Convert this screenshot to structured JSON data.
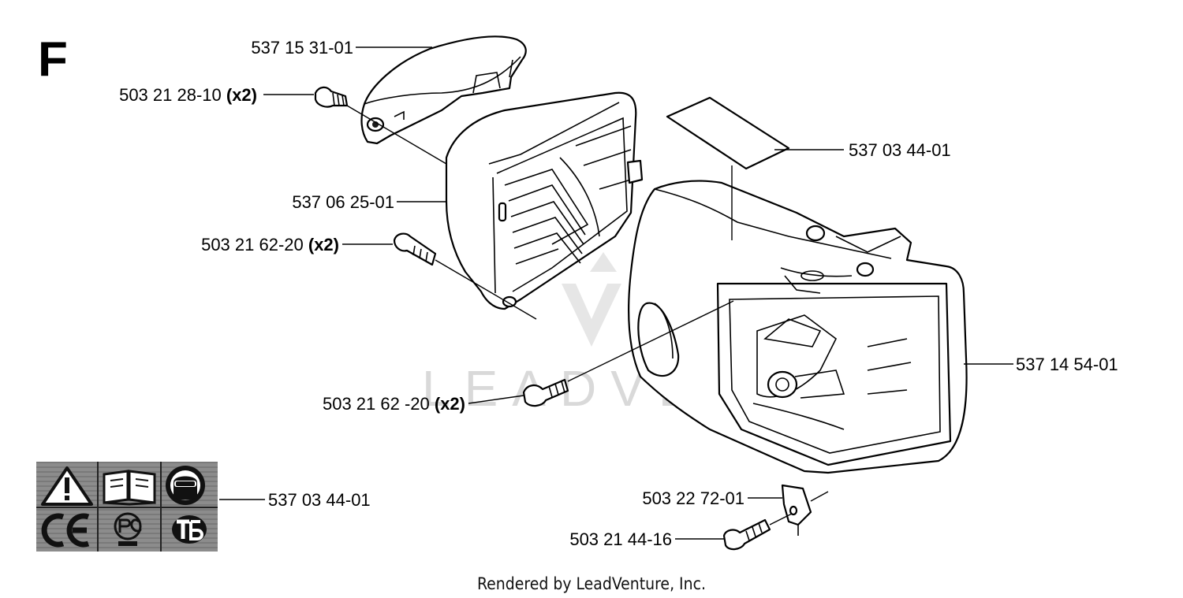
{
  "section_letter": "F",
  "watermark": "LEADVENTURE",
  "footer": "Rendered by LeadVenture, Inc.",
  "callouts": [
    {
      "id": "top-cap",
      "part": "537 15 31-01",
      "qty": ""
    },
    {
      "id": "cap-screw",
      "part": "503 21 28-10",
      "qty": "(x2)"
    },
    {
      "id": "decal",
      "part": "537 03 44-01",
      "qty": ""
    },
    {
      "id": "cylinder-cover",
      "part": "537 06 25-01",
      "qty": ""
    },
    {
      "id": "cover-screw",
      "part": "503 21 62-20",
      "qty": "(x2)"
    },
    {
      "id": "housing",
      "part": "537 14 54-01",
      "qty": ""
    },
    {
      "id": "housing-screw",
      "part": "503 21 62 -20",
      "qty": "(x2)"
    },
    {
      "id": "warning-label",
      "part": "537 03 44-01",
      "qty": ""
    },
    {
      "id": "clip",
      "part": "503 22 72-01",
      "qty": ""
    },
    {
      "id": "clip-screw",
      "part": "503 21 44-16",
      "qty": ""
    }
  ],
  "icons": [
    "warning-triangle-icon",
    "manual-book-icon",
    "eye-protection-icon",
    "ce-mark-icon",
    "pct-mark-icon",
    "tb-mark-icon"
  ]
}
